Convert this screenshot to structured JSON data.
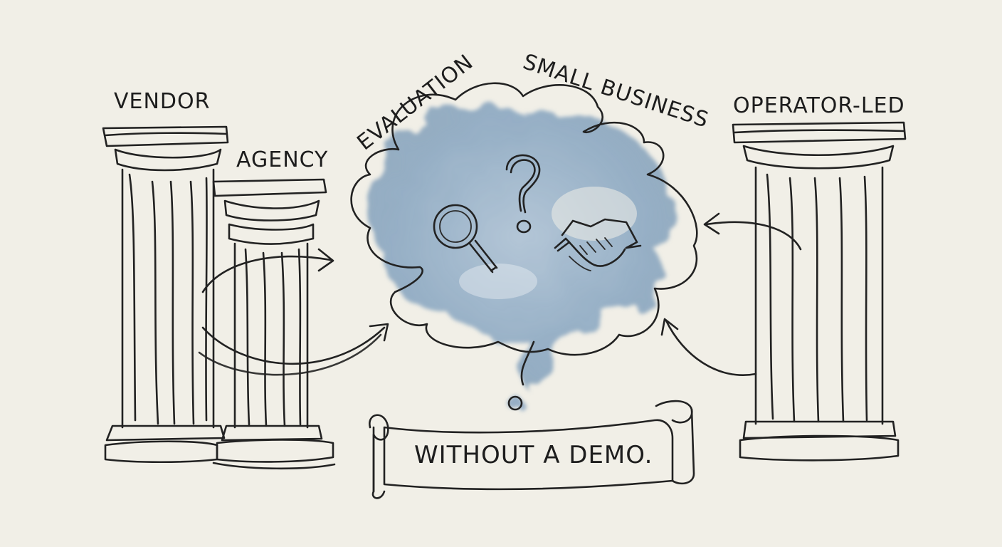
{
  "labels": {
    "vendor": "VENDOR",
    "agency": "AGENCY",
    "evaluation": "EVALUATION",
    "small_business": "SMALL BUSINESS",
    "operator_led": "OPERATOR-LED",
    "banner": "WITHOUT A DEMO.",
    "question_mark": "?"
  },
  "icons": {
    "center": [
      "magnifying-glass-icon",
      "question-mark-icon",
      "handshake-icon"
    ]
  },
  "colors": {
    "background": "#f1efe7",
    "ink": "#222222",
    "watercolor": "#7f9fbd"
  }
}
